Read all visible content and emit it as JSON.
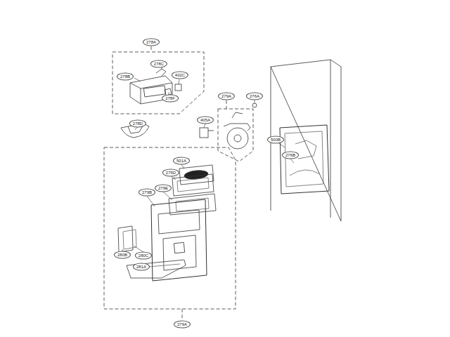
{
  "diagram": {
    "labels": [
      "278A",
      "278C",
      "278B",
      "402C",
      "278F",
      "278D",
      "279A",
      "276A",
      "405A",
      "500B",
      "276B",
      "501A",
      "275D",
      "279E",
      "279B",
      "280B",
      "280C",
      "281A",
      "279A"
    ]
  }
}
